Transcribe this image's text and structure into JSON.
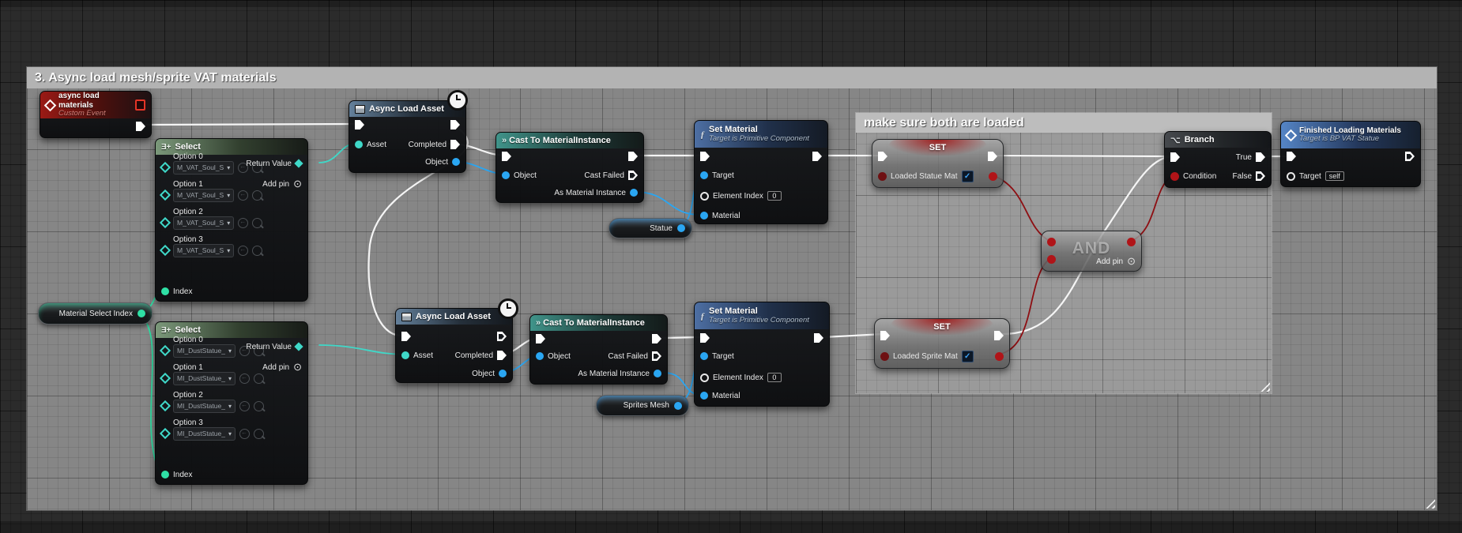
{
  "comments": {
    "main": {
      "title": "3. Async load mesh/sprite VAT materials"
    },
    "inner": {
      "title": "make sure both are loaded"
    }
  },
  "colors": {
    "exec_wire": "#f5f5f5",
    "object_pin": "#2aa6f2",
    "soft_object_pin": "#3fd8c8",
    "int_pin": "#2fe0a5",
    "bool_pin": "#b01418",
    "event_header": "#9b1a15",
    "select_header": "#7b987a",
    "async_header": "#64809b",
    "cast_header": "#40948a",
    "function_header": "#4d6fa3",
    "finished_header": "#5585c6"
  },
  "nodes": {
    "event": {
      "title": "async load materials",
      "subtitle": "Custom Event"
    },
    "select1": {
      "title": "Select",
      "options": [
        {
          "label": "Option 0",
          "value": "M_VAT_Soul_S"
        },
        {
          "label": "Option 1",
          "value": "M_VAT_Soul_S"
        },
        {
          "label": "Option 2",
          "value": "M_VAT_Soul_S"
        },
        {
          "label": "Option 3",
          "value": "M_VAT_Soul_S"
        }
      ],
      "return_label": "Return Value",
      "add_pin": "Add pin",
      "index_label": "Index"
    },
    "select2": {
      "title": "Select",
      "options": [
        {
          "label": "Option 0",
          "value": "MI_DustStatue_"
        },
        {
          "label": "Option 1",
          "value": "MI_DustStatue_"
        },
        {
          "label": "Option 2",
          "value": "MI_DustStatue_"
        },
        {
          "label": "Option 3",
          "value": "MI_DustStatue_"
        }
      ],
      "return_label": "Return Value",
      "add_pin": "Add pin",
      "index_label": "Index"
    },
    "var_material_index": {
      "label": "Material Select Index"
    },
    "var_statue": {
      "label": "Statue"
    },
    "var_sprites": {
      "label": "Sprites Mesh"
    },
    "async1": {
      "title": "Async Load Asset",
      "asset": "Asset",
      "completed": "Completed",
      "object": "Object"
    },
    "async2": {
      "title": "Async Load Asset",
      "asset": "Asset",
      "completed": "Completed",
      "object": "Object"
    },
    "cast1": {
      "title": "Cast To MaterialInstance",
      "object": "Object",
      "cast_failed": "Cast Failed",
      "as_material_instance": "As Material Instance"
    },
    "cast2": {
      "title": "Cast To MaterialInstance",
      "object": "Object",
      "cast_failed": "Cast Failed",
      "as_material_instance": "As Material Instance"
    },
    "setmat1": {
      "title": "Set Material",
      "subtitle": "Target is Primitive Component",
      "target": "Target",
      "element_index": "Element Index",
      "element_value": "0",
      "material": "Material"
    },
    "setmat2": {
      "title": "Set Material",
      "subtitle": "Target is Primitive Component",
      "target": "Target",
      "element_index": "Element Index",
      "element_value": "0",
      "material": "Material"
    },
    "set_statue": {
      "title": "SET",
      "pin": "Loaded Statue Mat",
      "checked": true
    },
    "set_sprite": {
      "title": "SET",
      "pin": "Loaded Sprite Mat",
      "checked": true
    },
    "and": {
      "title": "AND",
      "add_pin": "Add pin"
    },
    "branch": {
      "title": "Branch",
      "condition": "Condition",
      "true": "True",
      "false": "False"
    },
    "finished": {
      "title": "Finished Loading Materials",
      "subtitle": "Target is BP VAT Statue",
      "target": "Target",
      "target_value": "self"
    }
  }
}
